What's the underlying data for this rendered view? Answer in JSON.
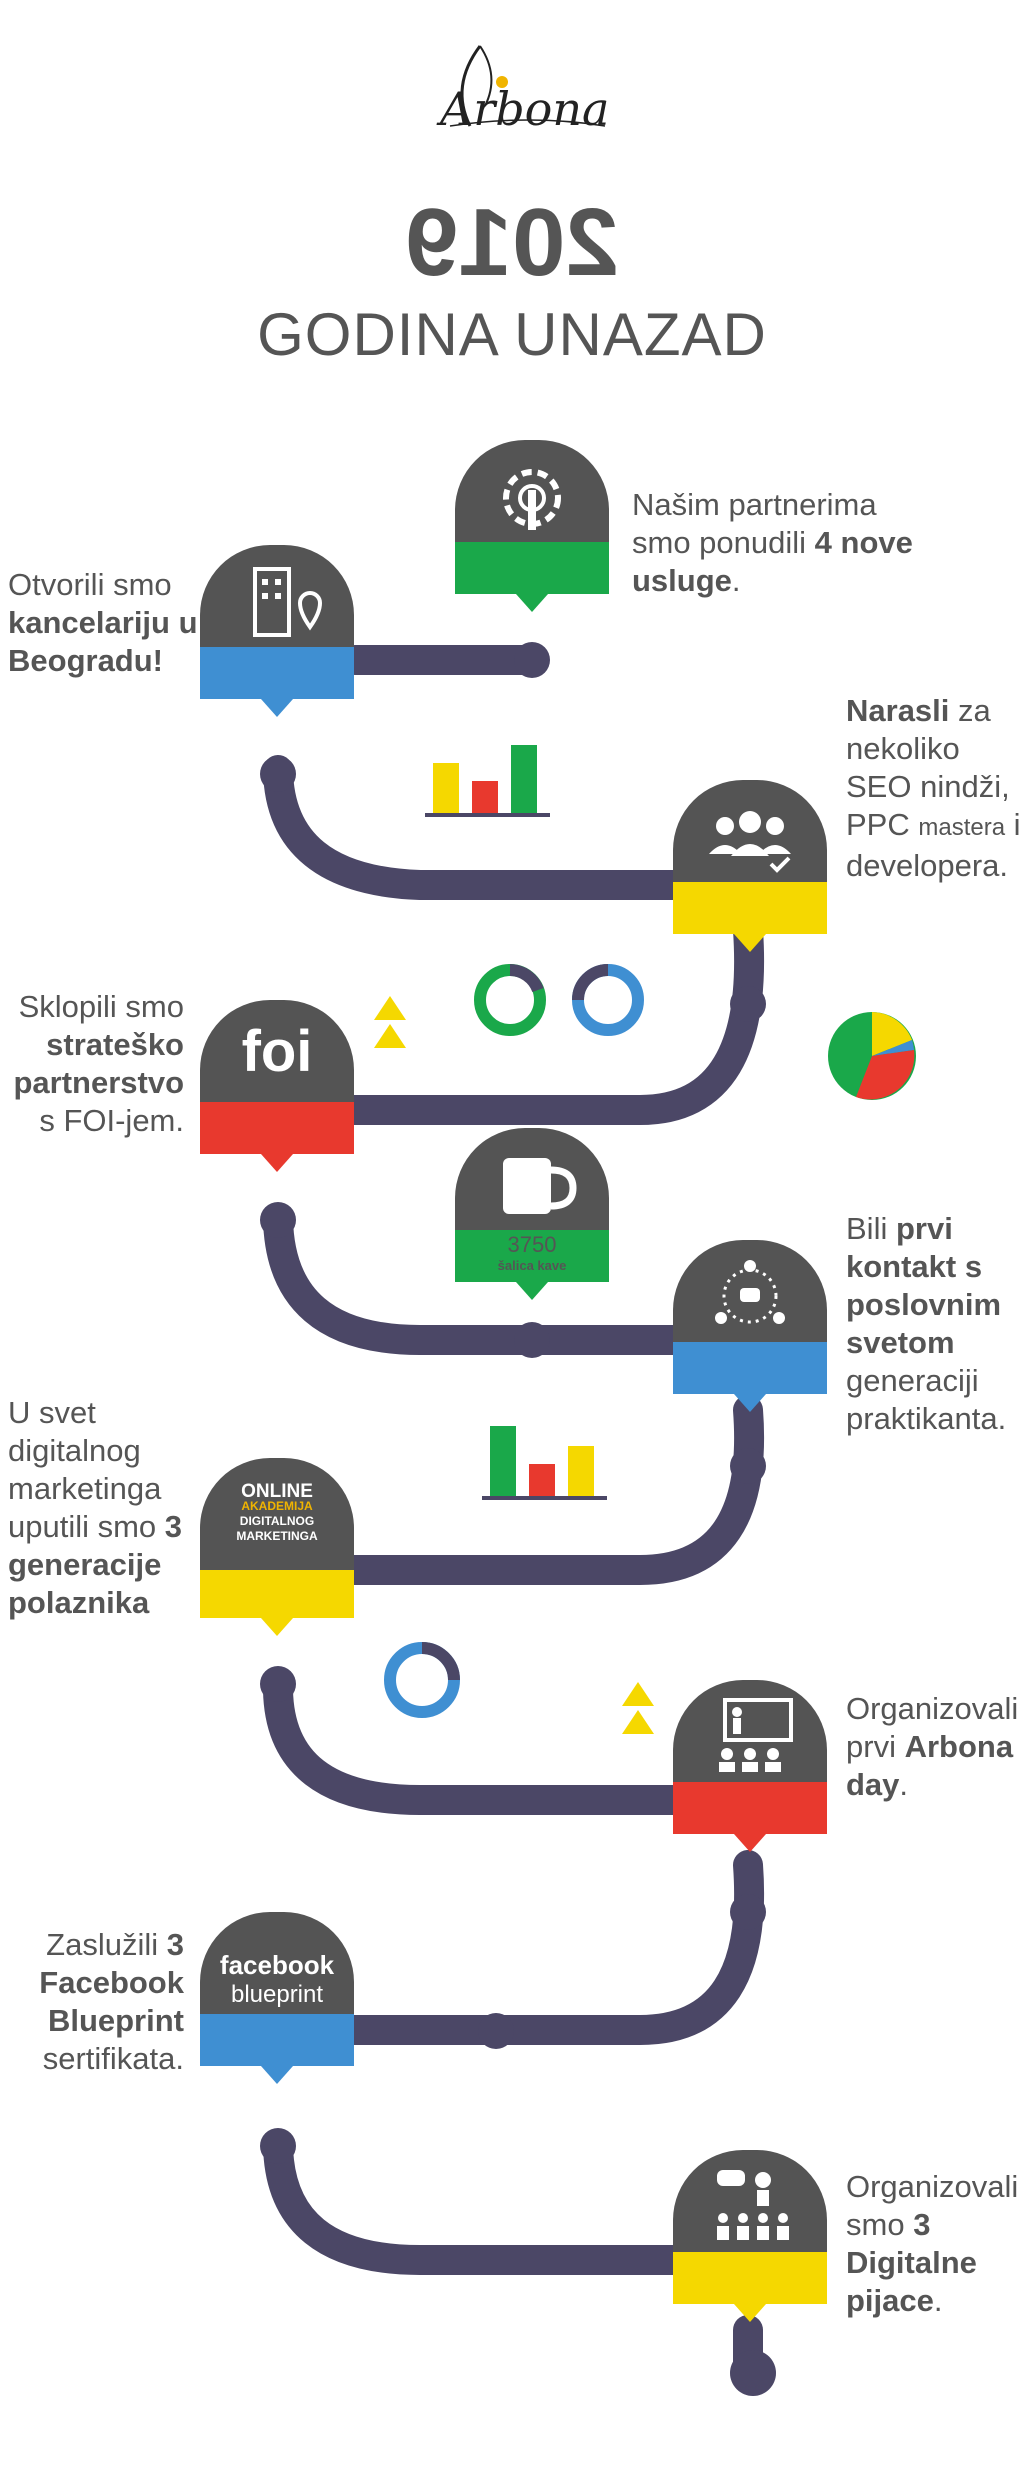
{
  "brand": {
    "name": "Arbona"
  },
  "header": {
    "year": "2019",
    "subtitle": "GODINA UNAZAD"
  },
  "milestones": [
    {
      "id": "services",
      "pre": "Našim partnerima smo ponudili ",
      "bold": "4 nove usluge",
      "post": "."
    },
    {
      "id": "office",
      "pre": "Otvorili smo ",
      "bold": "kancelariju u Beogradu!",
      "post": ""
    },
    {
      "id": "team",
      "bold": "Narasli",
      "pre": " za nekoliko SEO nindži, PPC ",
      "small": "mastera",
      "post": " i developera."
    },
    {
      "id": "foi",
      "pre": "Sklopili smo ",
      "bold": "strateško partnerstvo",
      "post": " s FOI-jem."
    },
    {
      "id": "coffee",
      "number": "3750",
      "label": "šalica kave"
    },
    {
      "id": "business",
      "pre": "Bili ",
      "bold": "prvi kontakt s poslovnim svetom",
      "post": " generaciji praktikanta."
    },
    {
      "id": "academy",
      "pre": "U svet digitalnog marketinga uputili smo ",
      "bold": "3 generacije polaznika",
      "post": ""
    },
    {
      "id": "arbona-day",
      "pre": "Organizovali prvi ",
      "bold": "Arbona day",
      "post": "."
    },
    {
      "id": "facebook",
      "pre": "Zaslužili ",
      "bold": "3 Facebook Blueprint",
      "post": " sertifikata."
    },
    {
      "id": "markets",
      "pre": "Organizovali smo ",
      "bold": "3 Digitalne pijace",
      "post": "."
    }
  ],
  "badges": {
    "foi": "foi",
    "academy": {
      "line1": "ONLINE",
      "line2": "AKADEMIJA",
      "line3": "DIGITALNOG",
      "line4": "MARKETINGA"
    },
    "facebook": {
      "line1": "facebook",
      "line2": "blueprint"
    }
  },
  "colors": {
    "green": "#1aa84a",
    "blue": "#3f8fd2",
    "yellow": "#f5d800",
    "red": "#e8392e",
    "gray": "#545454",
    "path": "#4b4766"
  },
  "icons": [
    "gear-wrench-icon",
    "building-location-icon",
    "team-check-icon",
    "coffee-mug-icon",
    "network-people-icon",
    "presentation-icon",
    "speaker-audience-icon"
  ]
}
